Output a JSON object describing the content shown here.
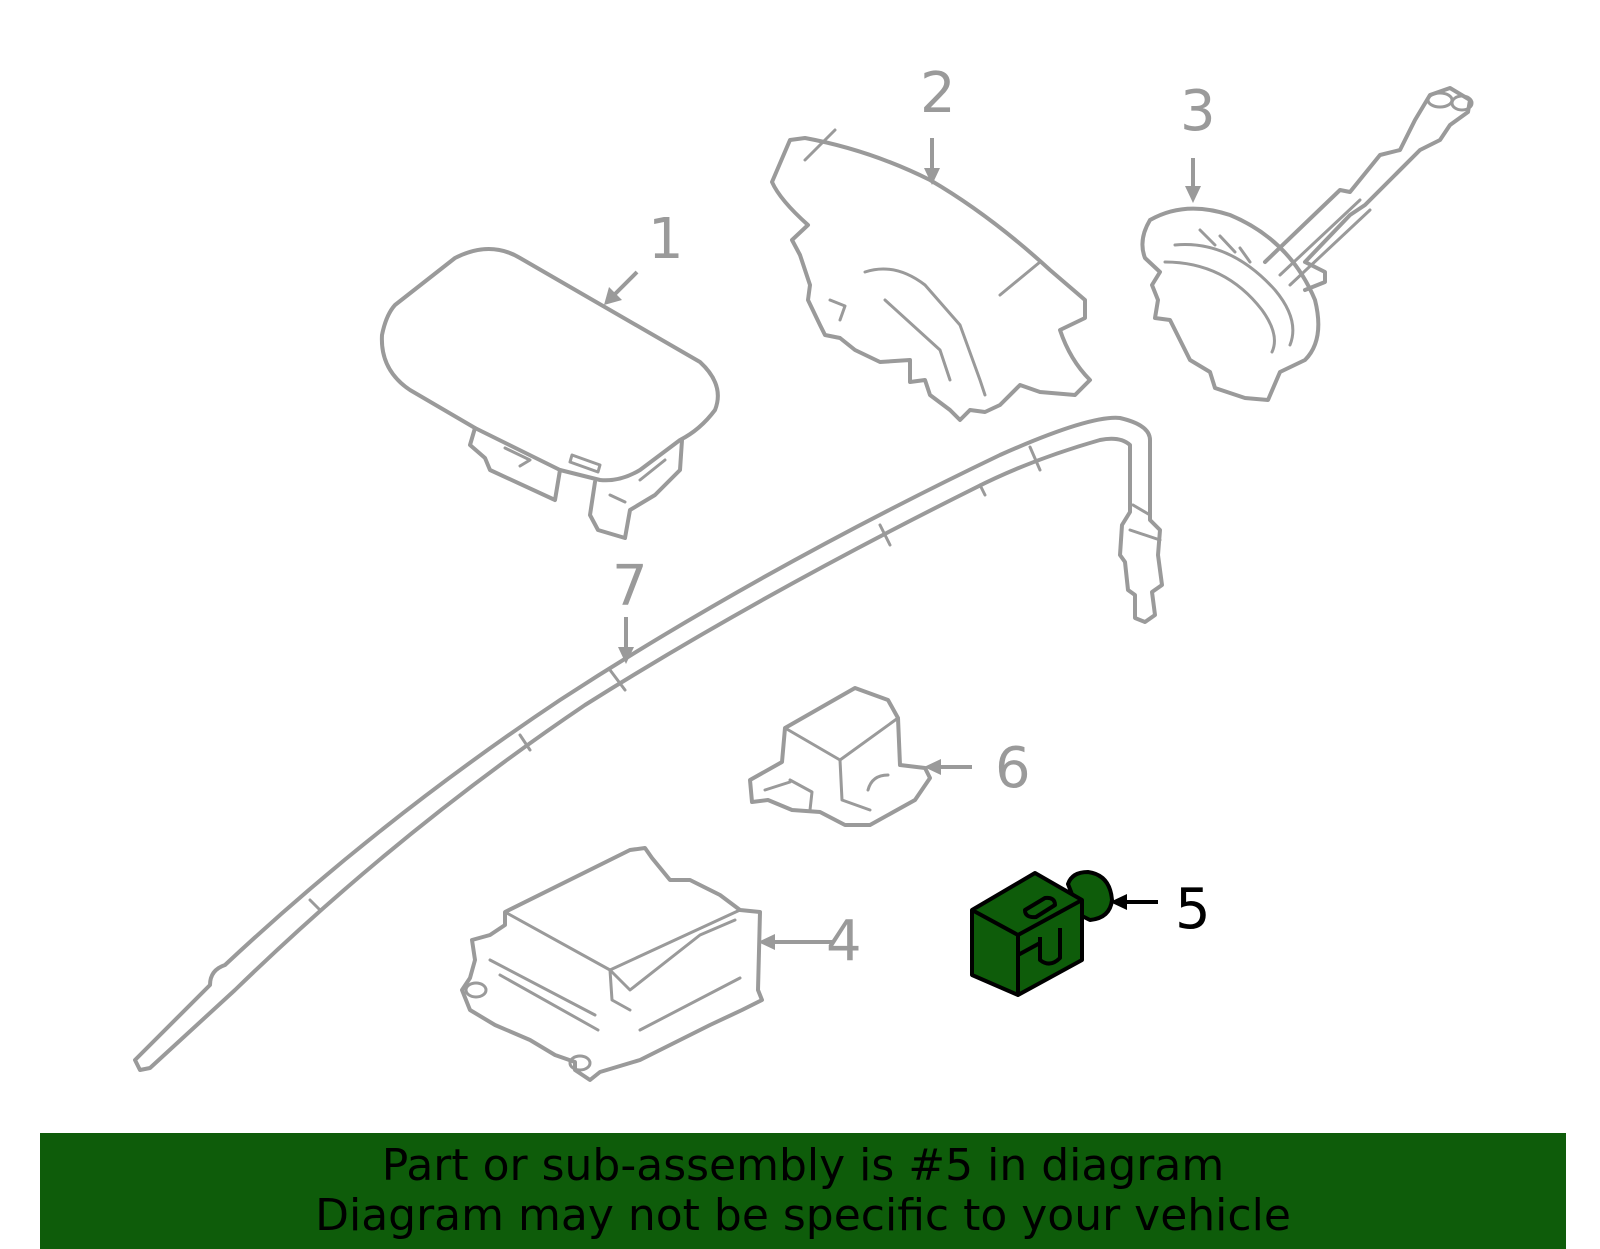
{
  "callouts": {
    "c1": "1",
    "c2": "2",
    "c3": "3",
    "c4": "4",
    "c5": "5",
    "c6": "6",
    "c7": "7"
  },
  "highlighted_part": "5",
  "colors": {
    "highlight_fill": "#0e5c0a",
    "outline_gray": "#9a9a9a",
    "banner_background": "#0e5c0a"
  },
  "banner": {
    "line1": "Part or sub-assembly is #5 in diagram",
    "line2": "Diagram may not be specific to your vehicle"
  }
}
